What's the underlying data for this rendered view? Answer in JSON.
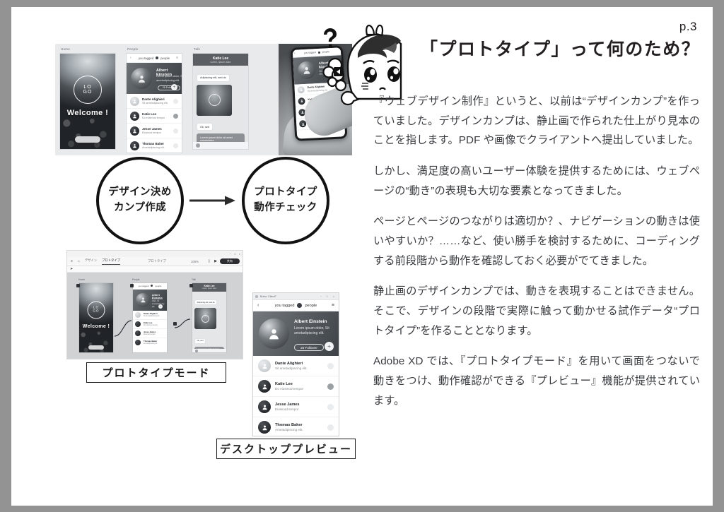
{
  "page": {
    "number": "p.3",
    "title": "「プロトタイプ」って何のため？"
  },
  "body": {
    "paragraphs": [
      "『ウェブデザイン制作』というと、以前は“デザインカンプ”を作っていました。デザインカンプは、静止画で作られた仕上がり見本のことを指します。PDF や画像でクライアントへ提出していました。",
      "しかし、満足度の高いユーザー体験を提供するためには、ウェブページの“動き”の表現も大切な要素となってきました。",
      "ページとページのつながりは適切か？、ナビゲーションの動きは使いやすいか？……など、使い勝手を検討するために、コーディングする前段階から動作を確認しておく必要がでてきました。",
      "静止画のデザインカンプでは、動きを表現することはできません。そこで、デザインの段階で実際に触って動かせる試作データ“プロトタイプ”を作ることとなります。",
      "Adobe XD では、『プロトタイプモード』を用いて画面をつないで動きをつけ、動作確認ができる『プレビュー』機能が提供されています。"
    ]
  },
  "flow": {
    "step1_line1": "デザイン決め",
    "step1_line2": "カンプ作成",
    "step2_line1": "プロトタイプ",
    "step2_line2": "動作チェック",
    "arrow_icon": "arrow-right-icon"
  },
  "captions": {
    "prototype_mode": "プロトタイプモード",
    "desktop_preview": "デスクトッププレビュー"
  },
  "mockups": {
    "screens": [
      {
        "label": "Home",
        "logo": "LOGO",
        "logo_line1": "LO",
        "logo_line2": "GO",
        "welcome": "Welcome !"
      },
      {
        "label": "People"
      },
      {
        "label": "Talk"
      }
    ],
    "people_header": "you tagged",
    "people_header_suffix": "people",
    "hero": {
      "name": "Albert Einstein",
      "subtitle": "Lorem ipsum dolor, Sit ametadipiscing elit.",
      "follower": "25 Follower",
      "plus_icon": "plus-icon"
    },
    "contacts": [
      {
        "name": "Dante Alighieri",
        "sub": "Sit ametadipiscing elit."
      },
      {
        "name": "Katie Lee",
        "sub": "Do eiusmod tempor"
      },
      {
        "name": "Jesse James",
        "sub": "Eiusmod tempor"
      },
      {
        "name": "Thomas Baker",
        "sub": "Ametadipiscing elit."
      }
    ],
    "talk": {
      "title": "Katie Lee",
      "subtitle": "Lorem, ipsum dolor",
      "msg_in": "Adipiscing elit, sed do",
      "msg_short": "Ok, sed",
      "msg_out": "Lorem ipsum dolor sit amet consectetur."
    }
  },
  "xd": {
    "tab_design": "デザイン",
    "tab_prototype": "プロトタイプ",
    "doc_name": "プロトタイプ",
    "zoom": "100%",
    "share": "共有",
    "menu_icon": "hamburger-icon",
    "home_icon": "home-icon",
    "device_icon": "device-icon",
    "play_icon": "play-icon",
    "cursor_icon": "cursor-icon",
    "window_controls": [
      "−",
      "□",
      "×"
    ],
    "artboards": [
      {
        "label": "Home"
      },
      {
        "label": "People"
      },
      {
        "label": "Talk"
      }
    ]
  },
  "preview_window": {
    "title": "Bubu: Client7",
    "window_controls": [
      "−",
      "□",
      "×"
    ],
    "back_icon": "chevron-left-icon",
    "menu_icon": "hamburger-icon",
    "nav_text": "you tagged",
    "nav_suffix": "people"
  },
  "colors": {
    "page_background": "#ffffff",
    "outer_background": "#939393",
    "text": "#3a3c40",
    "heading": "#231f20",
    "ink": "#121212",
    "accent_dark": "#2b2d30"
  }
}
